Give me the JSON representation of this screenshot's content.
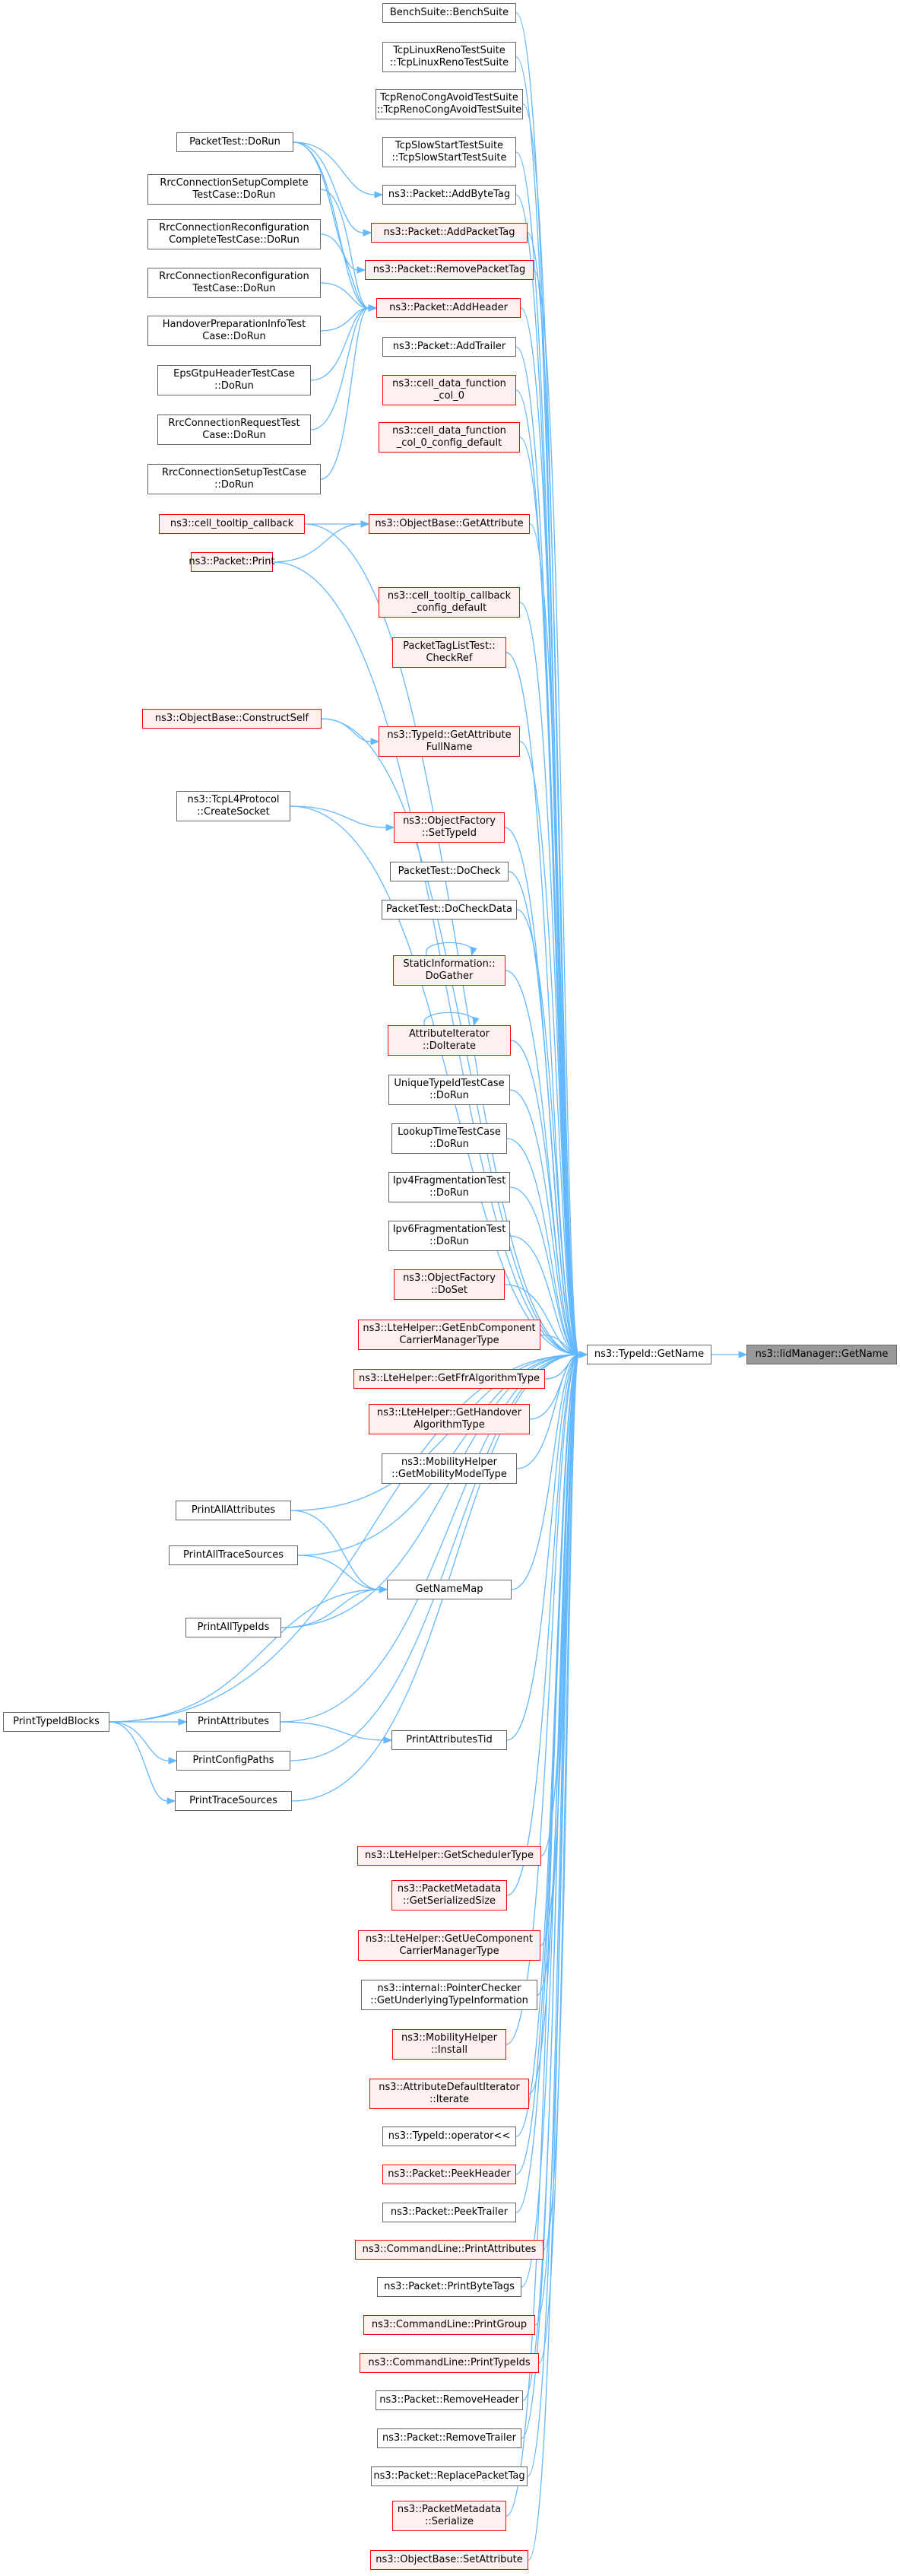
{
  "diagram": {
    "root": {
      "id": "root",
      "label": "ns3::IidManager::GetName",
      "style": "root"
    },
    "hub": {
      "id": "gn",
      "label": "ns3::TypeId::GetName",
      "style": "normal"
    },
    "nodes": [
      {
        "id": "bench",
        "label": "BenchSuite::BenchSuite",
        "style": "normal"
      },
      {
        "id": "reno",
        "label": "TcpLinuxRenoTestSuite\n::TcpLinuxRenoTestSuite",
        "style": "normal"
      },
      {
        "id": "cong",
        "label": "TcpRenoCongAvoidTestSuite\n::TcpRenoCongAvoidTestSuite",
        "style": "normal"
      },
      {
        "id": "slow",
        "label": "TcpSlowStartTestSuite\n::TcpSlowStartTestSuite",
        "style": "normal"
      },
      {
        "id": "ptdorun",
        "label": "PacketTest::DoRun",
        "style": "normal"
      },
      {
        "id": "abt",
        "label": "ns3::Packet::AddByteTag",
        "style": "normal"
      },
      {
        "id": "rcsc",
        "label": "RrcConnectionSetupComplete\nTestCase::DoRun",
        "style": "normal"
      },
      {
        "id": "apt",
        "label": "ns3::Packet::AddPacketTag",
        "style": "red"
      },
      {
        "id": "rcrc",
        "label": "RrcConnectionReconfiguration\nCompleteTestCase::DoRun",
        "style": "normal"
      },
      {
        "id": "rpt",
        "label": "ns3::Packet::RemovePacketTag",
        "style": "red"
      },
      {
        "id": "rcr",
        "label": "RrcConnectionReconfiguration\nTestCase::DoRun",
        "style": "normal"
      },
      {
        "id": "ah",
        "label": "ns3::Packet::AddHeader",
        "style": "red"
      },
      {
        "id": "hpi",
        "label": "HandoverPreparationInfoTest\nCase::DoRun",
        "style": "normal"
      },
      {
        "id": "at",
        "label": "ns3::Packet::AddTrailer",
        "style": "normal"
      },
      {
        "id": "eps",
        "label": "EpsGtpuHeaderTestCase\n::DoRun",
        "style": "normal"
      },
      {
        "id": "cdf0",
        "label": "ns3::cell_data_function\n_col_0",
        "style": "red"
      },
      {
        "id": "rcrq",
        "label": "RrcConnectionRequestTest\nCase::DoRun",
        "style": "normal"
      },
      {
        "id": "cdf0c",
        "label": "ns3::cell_data_function\n_col_0_config_default",
        "style": "red"
      },
      {
        "id": "rcst",
        "label": "RrcConnectionSetupTestCase\n::DoRun",
        "style": "normal"
      },
      {
        "id": "ctc",
        "label": "ns3::cell_tooltip_callback",
        "style": "red"
      },
      {
        "id": "oga",
        "label": "ns3::ObjectBase::GetAttribute",
        "style": "red"
      },
      {
        "id": "pp",
        "label": "ns3::Packet::Print",
        "style": "red"
      },
      {
        "id": "ctcd",
        "label": "ns3::cell_tooltip_callback\n_config_default",
        "style": "red"
      },
      {
        "id": "ptl",
        "label": "PacketTagListTest::\nCheckRef",
        "style": "red"
      },
      {
        "id": "ocs",
        "label": "ns3::ObjectBase::ConstructSelf",
        "style": "red"
      },
      {
        "id": "gafn",
        "label": "ns3::TypeId::GetAttribute\nFullName",
        "style": "red"
      },
      {
        "id": "tcp4",
        "label": "ns3::TcpL4Protocol\n::CreateSocket",
        "style": "normal"
      },
      {
        "id": "ofst",
        "label": "ns3::ObjectFactory\n::SetTypeId",
        "style": "red"
      },
      {
        "id": "ptdc",
        "label": "PacketTest::DoCheck",
        "style": "normal"
      },
      {
        "id": "ptdcd",
        "label": "PacketTest::DoCheckData",
        "style": "normal"
      },
      {
        "id": "sidg",
        "label": "StaticInformation::\nDoGather",
        "style": "red"
      },
      {
        "id": "aidi",
        "label": "AttributeIterator\n::DoIterate",
        "style": "red"
      },
      {
        "id": "utid",
        "label": "UniqueTypeIdTestCase\n::DoRun",
        "style": "normal"
      },
      {
        "id": "lttc",
        "label": "LookupTimeTestCase\n::DoRun",
        "style": "normal"
      },
      {
        "id": "ipv4",
        "label": "Ipv4FragmentationTest\n::DoRun",
        "style": "normal"
      },
      {
        "id": "ipv6",
        "label": "Ipv6FragmentationTest\n::DoRun",
        "style": "normal"
      },
      {
        "id": "ofds",
        "label": "ns3::ObjectFactory\n::DoSet",
        "style": "red"
      },
      {
        "id": "lgec",
        "label": "ns3::LteHelper::GetEnbComponent\nCarrierManagerType",
        "style": "red"
      },
      {
        "id": "lgff",
        "label": "ns3::LteHelper::GetFfrAlgorithmType",
        "style": "red"
      },
      {
        "id": "lgho",
        "label": "ns3::LteHelper::GetHandover\nAlgorithmType",
        "style": "red"
      },
      {
        "id": "mhgm",
        "label": "ns3::MobilityHelper\n::GetMobilityModelType",
        "style": "normal"
      },
      {
        "id": "paa",
        "label": "PrintAllAttributes",
        "style": "normal"
      },
      {
        "id": "pats",
        "label": "PrintAllTraceSources",
        "style": "normal"
      },
      {
        "id": "gnm",
        "label": "GetNameMap",
        "style": "normal"
      },
      {
        "id": "pati",
        "label": "PrintAllTypeIds",
        "style": "normal"
      },
      {
        "id": "ptib",
        "label": "PrintTypeIdBlocks",
        "style": "normal"
      },
      {
        "id": "pa",
        "label": "PrintAttributes",
        "style": "normal"
      },
      {
        "id": "patid",
        "label": "PrintAttributesTid",
        "style": "normal"
      },
      {
        "id": "pcp",
        "label": "PrintConfigPaths",
        "style": "normal"
      },
      {
        "id": "pts",
        "label": "PrintTraceSources",
        "style": "normal"
      },
      {
        "id": "lgst",
        "label": "ns3::LteHelper::GetSchedulerType",
        "style": "red"
      },
      {
        "id": "pmgs",
        "label": "ns3::PacketMetadata\n::GetSerializedSize",
        "style": "red"
      },
      {
        "id": "lgue",
        "label": "ns3::LteHelper::GetUeComponent\nCarrierManagerType",
        "style": "red"
      },
      {
        "id": "ipc",
        "label": "ns3::internal::PointerChecker\n::GetUnderlyingTypeInformation",
        "style": "normal"
      },
      {
        "id": "mhi",
        "label": "ns3::MobilityHelper\n::Install",
        "style": "red"
      },
      {
        "id": "adi",
        "label": "ns3::AttributeDefaultIterator\n::Iterate",
        "style": "red"
      },
      {
        "id": "tidop",
        "label": "ns3::TypeId::operator<<",
        "style": "normal"
      },
      {
        "id": "pph",
        "label": "ns3::Packet::PeekHeader",
        "style": "red"
      },
      {
        "id": "ppt",
        "label": "ns3::Packet::PeekTrailer",
        "style": "normal"
      },
      {
        "id": "clpa",
        "label": "ns3::CommandLine::PrintAttributes",
        "style": "red"
      },
      {
        "id": "ppbt",
        "label": "ns3::Packet::PrintByteTags",
        "style": "normal"
      },
      {
        "id": "clpg",
        "label": "ns3::CommandLine::PrintGroup",
        "style": "red"
      },
      {
        "id": "clpt",
        "label": "ns3::CommandLine::PrintTypeIds",
        "style": "red"
      },
      {
        "id": "prh",
        "label": "ns3::Packet::RemoveHeader",
        "style": "normal"
      },
      {
        "id": "prt",
        "label": "ns3::Packet::RemoveTrailer",
        "style": "normal"
      },
      {
        "id": "prpt",
        "label": "ns3::Packet::ReplacePacketTag",
        "style": "normal"
      },
      {
        "id": "pms",
        "label": "ns3::PacketMetadata\n::Serialize",
        "style": "red"
      },
      {
        "id": "osa",
        "label": "ns3::ObjectBase::SetAttribute",
        "style": "red"
      }
    ],
    "edges": [
      [
        "gn",
        "root"
      ],
      [
        "bench",
        "gn"
      ],
      [
        "reno",
        "gn"
      ],
      [
        "cong",
        "gn"
      ],
      [
        "slow",
        "gn"
      ],
      [
        "abt",
        "gn"
      ],
      [
        "apt",
        "gn"
      ],
      [
        "rpt",
        "gn"
      ],
      [
        "ah",
        "gn"
      ],
      [
        "at",
        "gn"
      ],
      [
        "cdf0",
        "gn"
      ],
      [
        "cdf0c",
        "gn"
      ],
      [
        "ctc",
        "gn"
      ],
      [
        "oga",
        "gn"
      ],
      [
        "pp",
        "gn"
      ],
      [
        "ctcd",
        "gn"
      ],
      [
        "ptl",
        "gn"
      ],
      [
        "ocs",
        "gn"
      ],
      [
        "gafn",
        "gn"
      ],
      [
        "tcp4",
        "gn"
      ],
      [
        "ofst",
        "gn"
      ],
      [
        "ptdc",
        "gn"
      ],
      [
        "ptdcd",
        "gn"
      ],
      [
        "sidg",
        "gn"
      ],
      [
        "aidi",
        "gn"
      ],
      [
        "utid",
        "gn"
      ],
      [
        "lttc",
        "gn"
      ],
      [
        "ipv4",
        "gn"
      ],
      [
        "ipv6",
        "gn"
      ],
      [
        "ofds",
        "gn"
      ],
      [
        "lgec",
        "gn"
      ],
      [
        "lgff",
        "gn"
      ],
      [
        "lgho",
        "gn"
      ],
      [
        "mhgm",
        "gn"
      ],
      [
        "paa",
        "gn"
      ],
      [
        "pats",
        "gn"
      ],
      [
        "gnm",
        "gn"
      ],
      [
        "pati",
        "gn"
      ],
      [
        "ptib",
        "gn"
      ],
      [
        "pa",
        "gn"
      ],
      [
        "patid",
        "gn"
      ],
      [
        "pcp",
        "gn"
      ],
      [
        "pts",
        "gn"
      ],
      [
        "lgst",
        "gn"
      ],
      [
        "pmgs",
        "gn"
      ],
      [
        "lgue",
        "gn"
      ],
      [
        "ipc",
        "gn"
      ],
      [
        "mhi",
        "gn"
      ],
      [
        "adi",
        "gn"
      ],
      [
        "tidop",
        "gn"
      ],
      [
        "pph",
        "gn"
      ],
      [
        "ppt",
        "gn"
      ],
      [
        "clpa",
        "gn"
      ],
      [
        "ppbt",
        "gn"
      ],
      [
        "clpg",
        "gn"
      ],
      [
        "clpt",
        "gn"
      ],
      [
        "prh",
        "gn"
      ],
      [
        "prt",
        "gn"
      ],
      [
        "prpt",
        "gn"
      ],
      [
        "pms",
        "gn"
      ],
      [
        "osa",
        "gn"
      ],
      [
        "ptdorun",
        "abt"
      ],
      [
        "ptdorun",
        "apt"
      ],
      [
        "ptdorun",
        "rpt"
      ],
      [
        "ptdorun",
        "ah"
      ],
      [
        "rcsc",
        "ah"
      ],
      [
        "rcrc",
        "ah"
      ],
      [
        "rcr",
        "ah"
      ],
      [
        "hpi",
        "ah"
      ],
      [
        "eps",
        "ah"
      ],
      [
        "rcrq",
        "ah"
      ],
      [
        "rcst",
        "ah"
      ],
      [
        "ctc",
        "oga"
      ],
      [
        "pp",
        "oga"
      ],
      [
        "ocs",
        "gafn"
      ],
      [
        "tcp4",
        "ofst"
      ],
      [
        "sidg",
        "sidg"
      ],
      [
        "aidi",
        "aidi"
      ],
      [
        "paa",
        "gnm"
      ],
      [
        "pats",
        "gnm"
      ],
      [
        "pati",
        "gnm"
      ],
      [
        "ptib",
        "gnm"
      ],
      [
        "ptib",
        "pa"
      ],
      [
        "ptib",
        "pcp"
      ],
      [
        "ptib",
        "pts"
      ],
      [
        "pa",
        "patid"
      ]
    ]
  }
}
